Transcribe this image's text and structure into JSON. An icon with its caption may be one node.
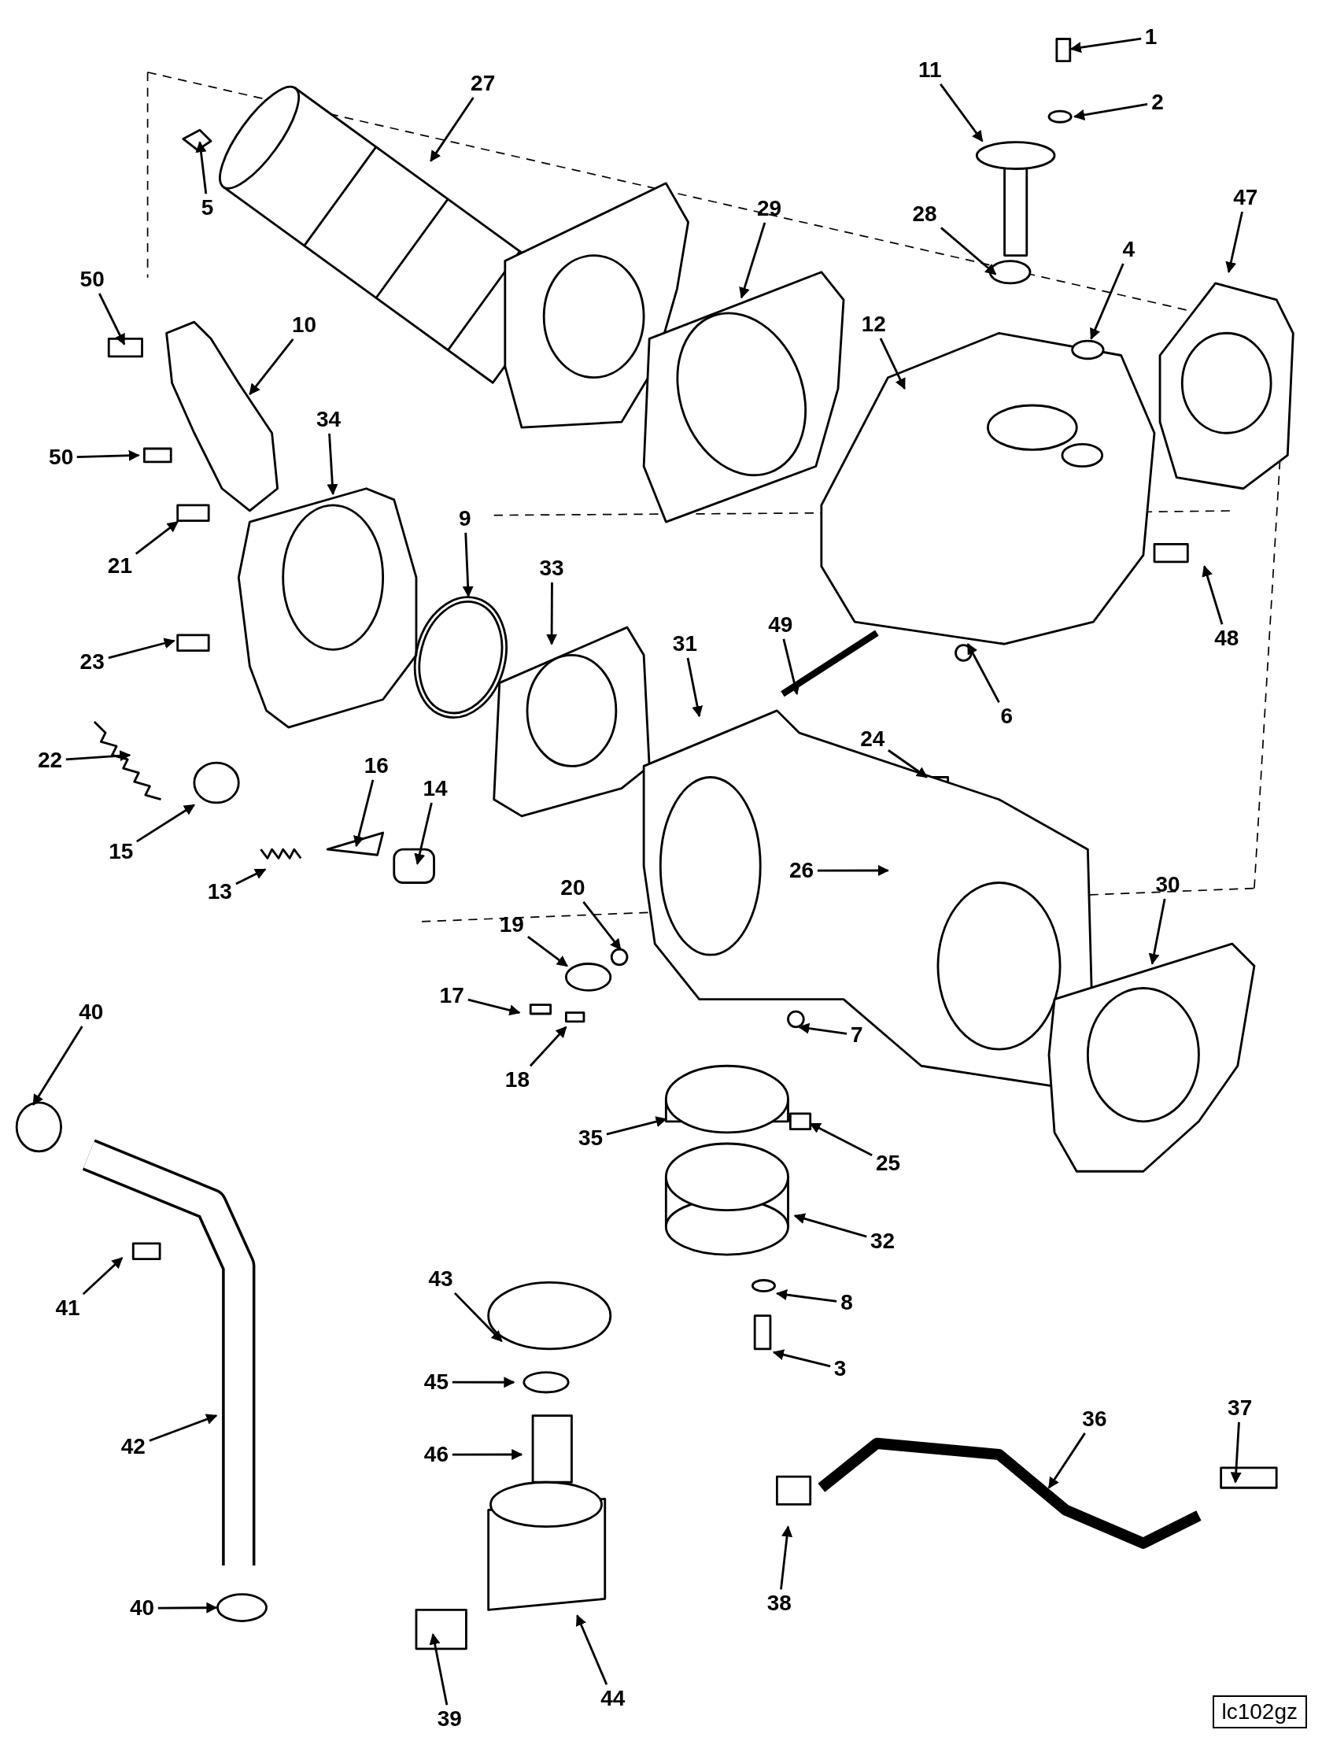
{
  "diagram": {
    "nodes": [
      {
        "text": [
          "1"
        ]
      },
      {
        "text": [
          "27"
        ]
      },
      {
        "text": [
          "11"
        ]
      },
      {
        "text": [
          "2"
        ]
      },
      {
        "text": [
          "29"
        ]
      },
      {
        "text": [
          "28"
        ]
      },
      {
        "text": [
          "4"
        ]
      },
      {
        "text": [
          "47"
        ]
      },
      {
        "text": [
          "5"
        ]
      },
      {
        "text": [
          "50"
        ]
      },
      {
        "text": [
          "10"
        ]
      },
      {
        "text": [
          "12"
        ]
      },
      {
        "text": [
          "34"
        ]
      },
      {
        "text": [
          "50"
        ]
      },
      {
        "text": [
          "9"
        ]
      },
      {
        "text": [
          "21"
        ]
      },
      {
        "text": [
          "33"
        ]
      },
      {
        "text": [
          "49"
        ]
      },
      {
        "text": [
          "31"
        ]
      },
      {
        "text": [
          "48"
        ]
      },
      {
        "text": [
          "23"
        ]
      },
      {
        "text": [
          "6"
        ]
      },
      {
        "text": [
          "22"
        ]
      },
      {
        "text": [
          "16"
        ]
      },
      {
        "text": [
          "14"
        ]
      },
      {
        "text": [
          "24"
        ]
      },
      {
        "text": [
          "15"
        ]
      },
      {
        "text": [
          "13"
        ]
      },
      {
        "text": [
          "26"
        ]
      },
      {
        "text": [
          "30"
        ]
      },
      {
        "text": [
          "19"
        ]
      },
      {
        "text": [
          "20"
        ]
      },
      {
        "text": [
          "17"
        ]
      },
      {
        "text": [
          "18"
        ]
      },
      {
        "text": [
          "7"
        ]
      },
      {
        "text": [
          "25"
        ]
      },
      {
        "text": [
          "40"
        ]
      },
      {
        "text": [
          "35"
        ]
      },
      {
        "text": [
          "32"
        ]
      },
      {
        "text": [
          "41"
        ]
      },
      {
        "text": [
          "43"
        ]
      },
      {
        "text": [
          "8"
        ]
      },
      {
        "text": [
          "3"
        ]
      },
      {
        "text": [
          "45"
        ]
      },
      {
        "text": [
          "42"
        ]
      },
      {
        "text": [
          "36"
        ]
      },
      {
        "text": [
          "37"
        ]
      },
      {
        "text": [
          "46"
        ]
      },
      {
        "text": [
          "40"
        ]
      },
      {
        "text": [
          "38"
        ]
      },
      {
        "text": [
          "39"
        ]
      },
      {
        "text": [
          "44"
        ]
      },
      {
        "text": [
          "lc102gz"
        ]
      }
    ],
    "edges": [
      {
        "from": 0,
        "to": null,
        "arrow": "to"
      },
      {
        "from": 1,
        "to": null,
        "arrow": "to"
      },
      {
        "from": 2,
        "to": null,
        "arrow": "to"
      },
      {
        "from": 3,
        "to": null,
        "arrow": "to"
      },
      {
        "from": 4,
        "to": null,
        "arrow": "to"
      },
      {
        "from": 5,
        "to": null,
        "arrow": "to"
      },
      {
        "from": 6,
        "to": null,
        "arrow": "to"
      },
      {
        "from": 7,
        "to": null,
        "arrow": "to"
      },
      {
        "from": 8,
        "to": null,
        "arrow": "to"
      },
      {
        "from": 9,
        "to": null,
        "arrow": "to"
      },
      {
        "from": 10,
        "to": null,
        "arrow": "to"
      },
      {
        "from": 11,
        "to": null,
        "arrow": "to"
      },
      {
        "from": 12,
        "to": null,
        "arrow": "to"
      },
      {
        "from": 13,
        "to": null,
        "arrow": "to"
      },
      {
        "from": 14,
        "to": null,
        "arrow": "to"
      },
      {
        "from": 15,
        "to": null,
        "arrow": "to"
      },
      {
        "from": 16,
        "to": null,
        "arrow": "to"
      },
      {
        "from": 17,
        "to": null,
        "arrow": "to"
      },
      {
        "from": 18,
        "to": null,
        "arrow": "to"
      },
      {
        "from": 19,
        "to": null,
        "arrow": "to"
      },
      {
        "from": 20,
        "to": null,
        "arrow": "to"
      },
      {
        "from": 21,
        "to": null,
        "arrow": "to"
      },
      {
        "from": 22,
        "to": null,
        "arrow": "to"
      },
      {
        "from": 23,
        "to": null,
        "arrow": "to"
      },
      {
        "from": 24,
        "to": null,
        "arrow": "to"
      },
      {
        "from": 25,
        "to": null,
        "arrow": "to"
      },
      {
        "from": 26,
        "to": null,
        "arrow": "to"
      },
      {
        "from": 27,
        "to": null,
        "arrow": "to"
      },
      {
        "from": 28,
        "to": null,
        "arrow": "to"
      },
      {
        "from": 29,
        "to": null,
        "arrow": "to"
      },
      {
        "from": 30,
        "to": null,
        "arrow": "to"
      },
      {
        "from": 31,
        "to": null,
        "arrow": "to"
      },
      {
        "from": 32,
        "to": null,
        "arrow": "to"
      },
      {
        "from": 33,
        "to": null,
        "arrow": "to"
      },
      {
        "from": 34,
        "to": null,
        "arrow": "to"
      },
      {
        "from": 35,
        "to": null,
        "arrow": "to"
      },
      {
        "from": 36,
        "to": null,
        "arrow": "to"
      },
      {
        "from": 37,
        "to": null,
        "arrow": "to"
      },
      {
        "from": 38,
        "to": null,
        "arrow": "to"
      },
      {
        "from": 39,
        "to": null,
        "arrow": "to"
      },
      {
        "from": 40,
        "to": null,
        "arrow": "to"
      },
      {
        "from": 41,
        "to": null,
        "arrow": "to"
      },
      {
        "from": 42,
        "to": null,
        "arrow": "to"
      },
      {
        "from": 43,
        "to": null,
        "arrow": "to"
      },
      {
        "from": 44,
        "to": null,
        "arrow": "to"
      },
      {
        "from": 45,
        "to": null,
        "arrow": "to"
      },
      {
        "from": 46,
        "to": null,
        "arrow": "to"
      },
      {
        "from": 47,
        "to": null,
        "arrow": "to"
      },
      {
        "from": 48,
        "to": null,
        "arrow": "to"
      },
      {
        "from": 49,
        "to": null,
        "arrow": "to"
      },
      {
        "from": 50,
        "to": null,
        "arrow": "to"
      },
      {
        "from": 51,
        "to": null,
        "arrow": "to"
      }
    ]
  }
}
